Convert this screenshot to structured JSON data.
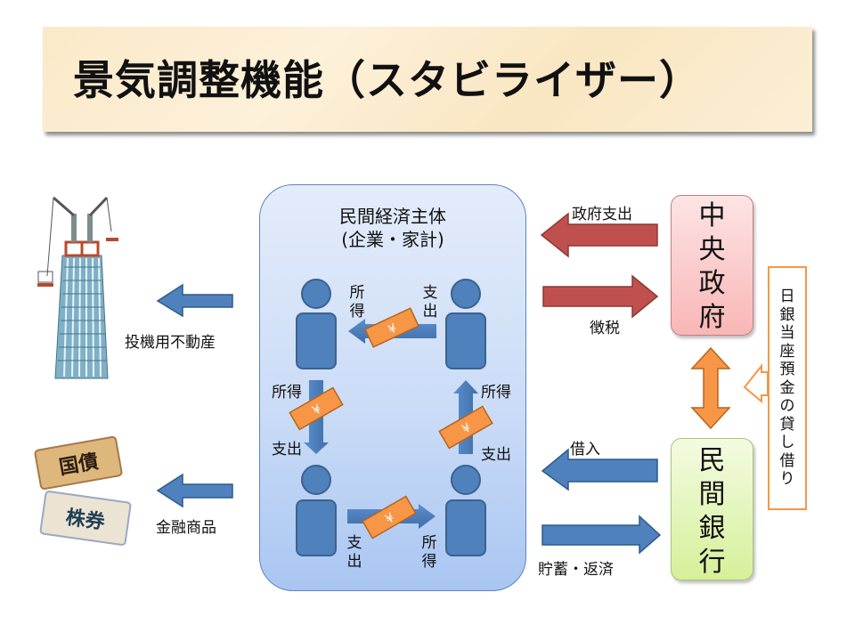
{
  "title": "景気調整機能（スタビライザー）",
  "private_economy": {
    "title_line1": "民間経済主体",
    "title_line2": "(企業・家計)",
    "flows": {
      "top": {
        "from_label": "支出",
        "to_label": "所得",
        "currency_symbol": "¥"
      },
      "left": {
        "from_label": "所得",
        "to_label": "支出",
        "currency_symbol": "¥"
      },
      "right": {
        "from_label": "支出",
        "to_label": "所得",
        "currency_symbol": "¥"
      },
      "bottom": {
        "from_label": "支出",
        "to_label": "所得",
        "currency_symbol": "¥"
      }
    }
  },
  "government": {
    "label": "中央政府",
    "outflow_label": "政府支出",
    "inflow_label": "徴税"
  },
  "bank": {
    "label": "民間銀行",
    "outflow_label": "借入",
    "inflow_label": "貯蓄・返済"
  },
  "boj_callout": {
    "label": "日銀当座預金の貸し借り"
  },
  "outlets": {
    "real_estate": {
      "label": "投機用不動産",
      "icon": "construction-tower-icon"
    },
    "financial": {
      "label": "金融商品",
      "icon": "bonds-stocks-icon"
    }
  },
  "colors": {
    "blue_arrow": "#4f81bd",
    "red_arrow": "#c0504d",
    "orange": "#f79646",
    "person": "#4f81bd"
  }
}
